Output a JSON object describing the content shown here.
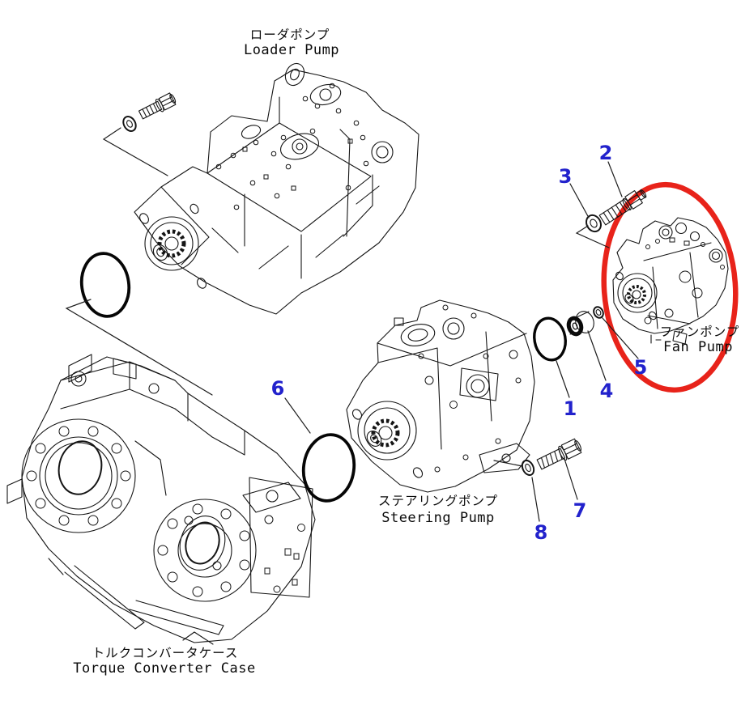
{
  "diagram": {
    "components": {
      "loader_pump": {
        "label_jp": "ローダポンプ",
        "label_en": "Loader Pump"
      },
      "steering_pump": {
        "label_jp": "ステアリングポンプ",
        "label_en": "Steering Pump"
      },
      "fan_pump": {
        "label_jp": "ファンポンプ",
        "label_en": "Fan Pump"
      },
      "torque_converter_case": {
        "label_jp": "トルクコンバータケース",
        "label_en": "Torque Converter Case"
      }
    },
    "callouts": {
      "c1": "1",
      "c2": "2",
      "c3": "3",
      "c4": "4",
      "c5": "5",
      "c6": "6",
      "c7": "7",
      "c8": "8"
    },
    "colors": {
      "callout": "#2222cc",
      "highlight": "#e8231a",
      "line": "#151515",
      "background": "#ffffff"
    }
  }
}
